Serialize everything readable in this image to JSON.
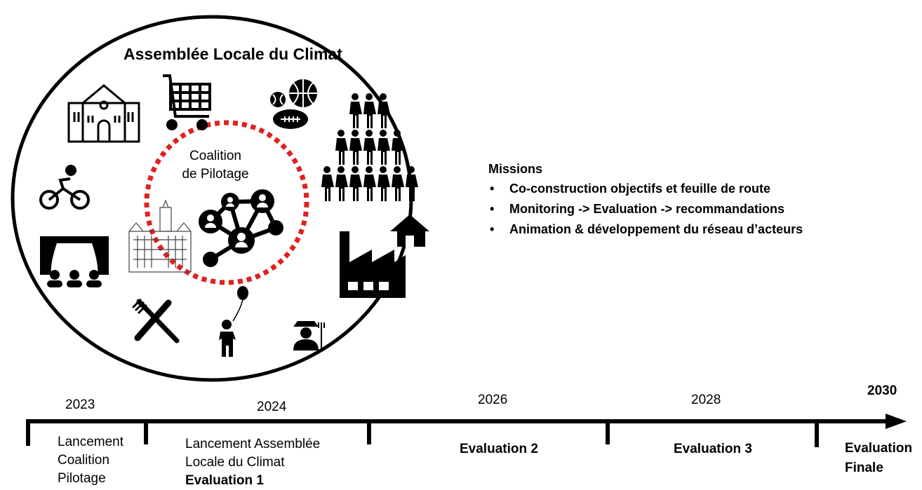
{
  "assembly_title": "Assemblée Locale du Climat",
  "coalition": {
    "line1": "Coalition",
    "line2": "de Pilotage"
  },
  "missions": {
    "title": "Missions",
    "items": [
      "Co-construction objectifs et feuille de route",
      "Monitoring -> Evaluation -> recommandations",
      "Animation & développement du réseau d’acteurs"
    ]
  },
  "icons": [
    "school-icon",
    "shopping-cart-icon",
    "sports-balls-icon",
    "crowd-icon",
    "cyclist-icon",
    "theater-audience-icon",
    "town-hall-icon",
    "network-icon",
    "house-icon",
    "factory-icon",
    "fork-knife-icon",
    "child-balloon-icon",
    "farmer-icon"
  ],
  "timeline": {
    "colors": {
      "line": "#000000",
      "coalition_dots": "#e02020"
    },
    "milestones": [
      {
        "year": "2023",
        "lines": [
          "Lancement",
          "Coalition",
          "Pilotage"
        ]
      },
      {
        "year": "2024",
        "lines": [
          "Lancement Assemblée",
          "Locale du Climat",
          "Evaluation 1"
        ]
      },
      {
        "year": "2026",
        "lines": [
          "Evaluation 2"
        ]
      },
      {
        "year": "2028",
        "lines": [
          "Evaluation 3"
        ]
      },
      {
        "year": "2030",
        "lines": [
          "Evaluation",
          "Finale"
        ]
      }
    ]
  }
}
